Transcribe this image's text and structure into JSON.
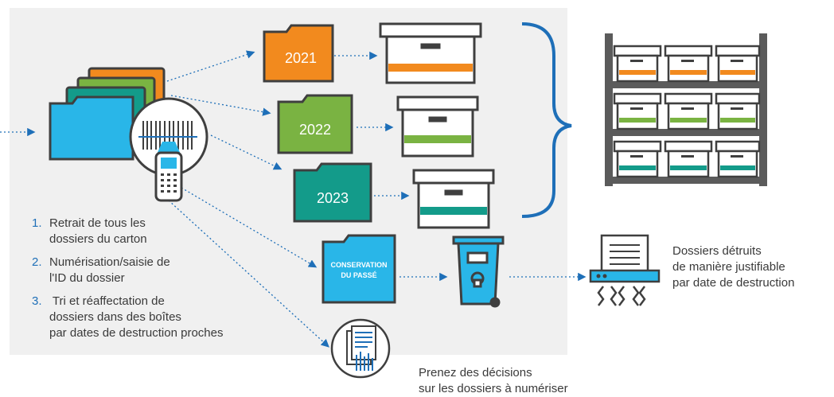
{
  "folders": {
    "y2021": "2021",
    "y2022": "2022",
    "y2023": "2023"
  },
  "conservation": {
    "line1": "CONSERVATION",
    "line2": "DU PASSÉ"
  },
  "steps": [
    {
      "num": "1.",
      "line1": "Retrait de tous les",
      "line2": "dossiers du carton"
    },
    {
      "num": "2.",
      "line1": "Numérisation/saisie de",
      "line2": "l'ID du dossier"
    },
    {
      "num": "3.",
      "line1": " Tri et réaffectation de",
      "line2": "dossiers dans des boîtes",
      "line3": "par dates de destruction proches"
    }
  ],
  "destroyed": {
    "line1": "Dossiers détruits",
    "line2": "de manière justifiable",
    "line3": "par date de destruction"
  },
  "digitize": {
    "line1": "Prenez des décisions",
    "line2": "sur les dossiers à numériser"
  },
  "colors": {
    "orange": "#f28a1e",
    "green": "#7ab342",
    "teal": "#139b8a",
    "blue": "#29b6e8",
    "dark": "#3f3f3f",
    "accent": "#1e6fb8"
  }
}
